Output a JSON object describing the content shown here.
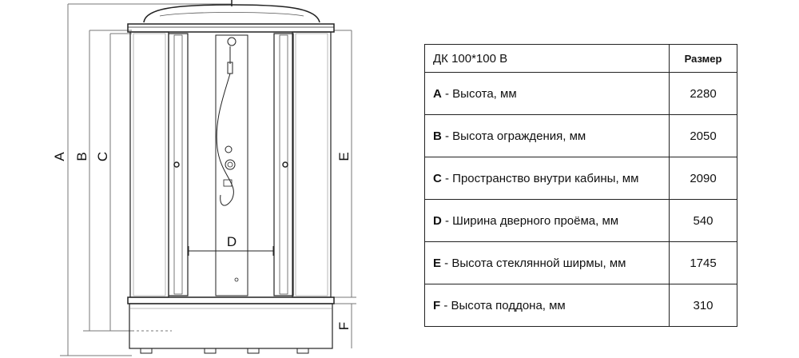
{
  "diagram": {
    "dimension_labels": {
      "a": "A",
      "b": "B",
      "c": "C",
      "d": "D",
      "e": "E",
      "f": "F"
    }
  },
  "table": {
    "model": "ДК 100*100 В",
    "size_header": "Размер",
    "rows": [
      {
        "letter": "A",
        "text": " - Высота, мм",
        "value": "2280"
      },
      {
        "letter": "B",
        "text": " - Высота ограждения, мм",
        "value": "2050"
      },
      {
        "letter": "C",
        "text": " - Пространство внутри кабины, мм",
        "value": "2090"
      },
      {
        "letter": "D",
        "text": " - Ширина дверного проёма, мм",
        "value": "540"
      },
      {
        "letter": "E",
        "text": " - Высота стеклянной ширмы, мм",
        "value": "1745"
      },
      {
        "letter": "F",
        "text": " - Высота поддона, мм",
        "value": "310"
      }
    ]
  }
}
